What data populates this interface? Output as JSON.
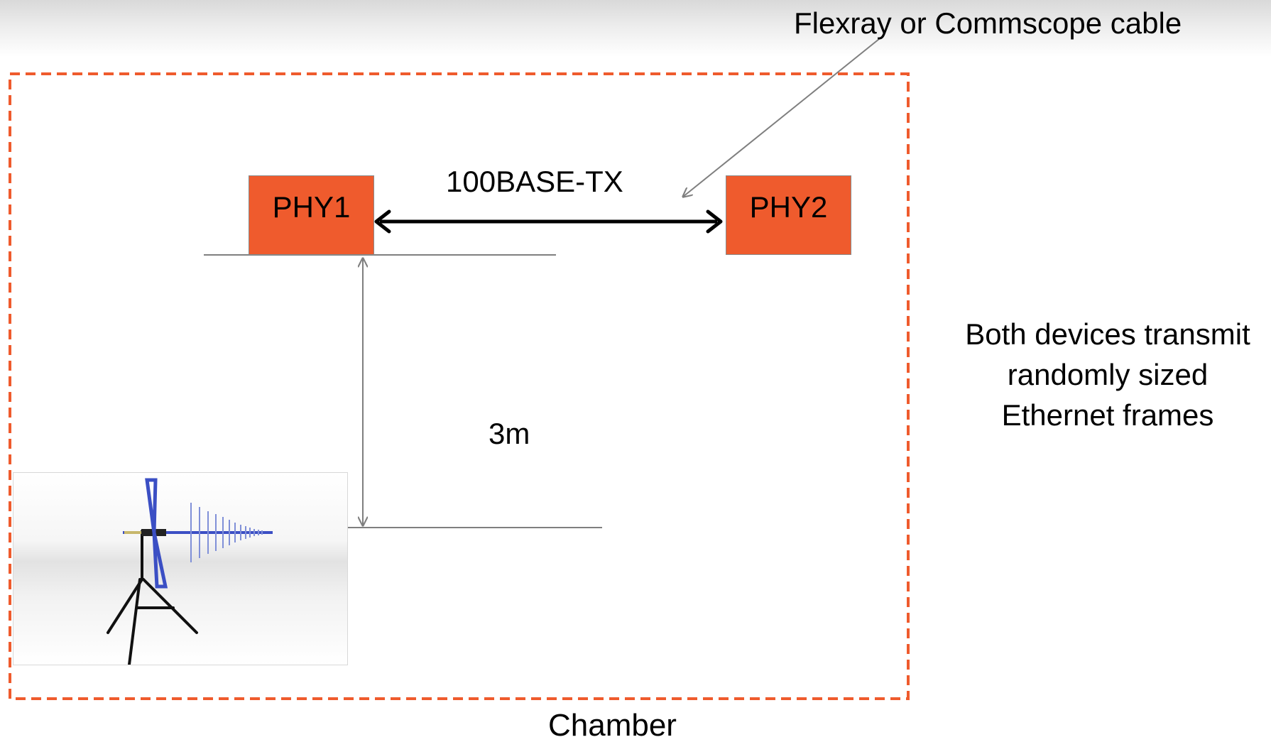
{
  "labels": {
    "cable": "Flexray or Commscope cable",
    "protocol": "100BASE-TX",
    "distance": "3m",
    "chamber": "Chamber",
    "note_lines": [
      "Both devices transmit",
      "randomly sized",
      "Ethernet frames"
    ]
  },
  "devices": [
    {
      "label": "PHY1"
    },
    {
      "label": "PHY2"
    }
  ],
  "colors": {
    "device_fill": "#ef5b2d",
    "chamber_border": "#ef5b2d",
    "antenna_element": "#3b4fc4"
  },
  "icons": {
    "antenna": "log-periodic-antenna-on-tripod"
  }
}
